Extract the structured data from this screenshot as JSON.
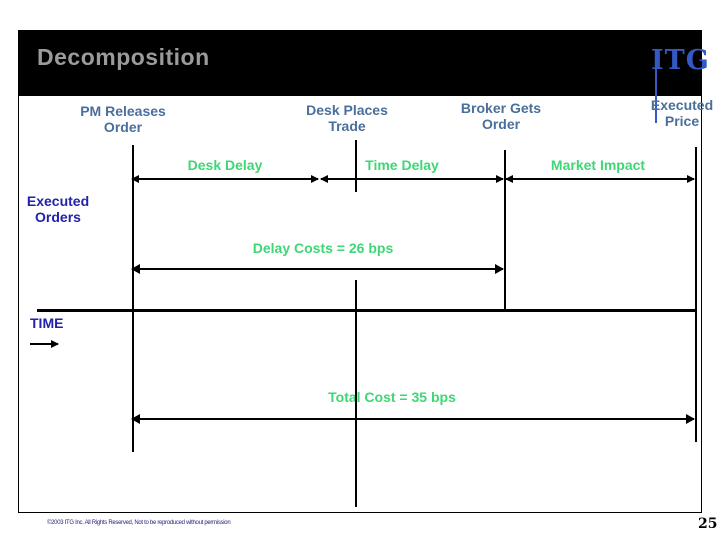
{
  "header": {
    "title": "Decomposition",
    "logo_text": "ITG"
  },
  "events": {
    "pm_releases": "PM Releases\nOrder",
    "desk_places": "Desk Places\nTrade",
    "broker_gets": "Broker Gets\nOrder",
    "executed_price": "Executed\nPrice"
  },
  "delays": {
    "desk_delay": "Desk Delay",
    "time_delay": "Time Delay",
    "market_impact": "Market Impact"
  },
  "costs": {
    "delay_costs": "Delay Costs = 26 bps",
    "total_cost": "Total Cost = 35 bps"
  },
  "axis": {
    "executed_orders": "Executed\nOrders",
    "time_label": "TIME"
  },
  "footer": {
    "copyright": "©2003 ITG Inc. All Rights Reserved, Not to be reproduced without permission",
    "page_number": "25"
  },
  "colors": {
    "event_label_blue": "#4a6f9b",
    "delay_label_green": "#3fd675",
    "axis_label_navy": "#2222aa",
    "title_gray": "#9b9b9b",
    "logo_blue": "#3458c4",
    "line_black": "#000000",
    "title_bar_bg": "#000000"
  }
}
